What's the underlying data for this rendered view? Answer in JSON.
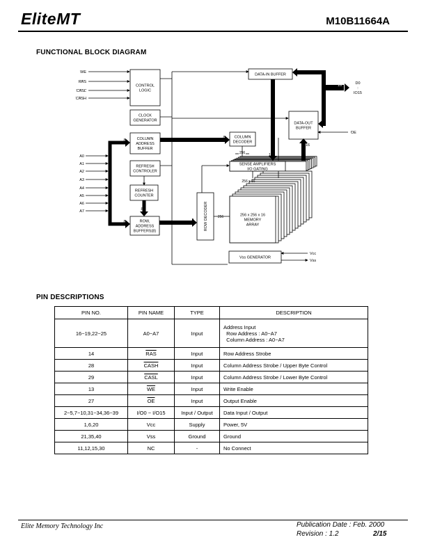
{
  "header": {
    "logo": "EliteMT",
    "part_number": "M10B11664A"
  },
  "sections": {
    "block_diagram_title": "FUNCTIONAL BLOCK DIAGRAM",
    "pin_title": "PIN DESCRIPTIONS"
  },
  "diagram": {
    "control_inputs": [
      "WE",
      "RAS",
      "CASL",
      "CASH"
    ],
    "address_inputs": [
      "A0",
      "A1",
      "A2",
      "A3",
      "A4",
      "A5",
      "A6",
      "A7"
    ],
    "blocks": {
      "control_logic": [
        "CONTROL",
        "LOGIC"
      ],
      "clock_generator": [
        "CLOCK",
        "GENERATOR"
      ],
      "column_address_buffer": [
        "COLUMN",
        "ADDRESS",
        "BUFFER"
      ],
      "refresh_controller": [
        "REFRESH",
        "CONTROLER"
      ],
      "refresh_counter": [
        "REFRESH",
        "COUNTER"
      ],
      "row_address_buffers": [
        "ROW,",
        "ADDRESS",
        "BUFFERS(8)"
      ],
      "row_decoder": "ROW DECODER",
      "column_decoder": [
        "COLUMN",
        "DECODER"
      ],
      "sense_amplifiers": [
        "SENSE AMPLIFIERS",
        "I/O GATING"
      ],
      "memory_array": [
        "256 x 256 x 16",
        "MEMORY",
        "ARRAY"
      ],
      "data_in_buffer": "DATA-IN BUFFER",
      "data_out_buffer": [
        "DATA-OUT",
        "BUFFER"
      ],
      "vss_generator": "Vss GENERATOR"
    },
    "bus_labels": {
      "eight": "8",
      "sixteen": "16",
      "two56": "256",
      "two56x16": "256 x 16"
    },
    "io_labels": {
      "dq": [
        "D0",
        ":",
        "IO15"
      ],
      "oe": "OE",
      "vcc": "Vcc",
      "vss": "Vss"
    }
  },
  "pin_table": {
    "headers": [
      "PIN NO.",
      "PIN NAME",
      "TYPE",
      "DESCRIPTION"
    ],
    "rows": [
      {
        "no": "16~19,22~25",
        "name": "A0~A7",
        "type": "Input",
        "desc": [
          "Address Input",
          "  Row Address : A0~A7",
          "  Column Address : A0~A7"
        ]
      },
      {
        "no": "14",
        "name": "RAS",
        "type": "Input",
        "desc": [
          "Row Address Strobe"
        ]
      },
      {
        "no": "28",
        "name": "CASH",
        "type": "Input",
        "desc": [
          "Column Address Strobe / Upper Byte Control"
        ]
      },
      {
        "no": "29",
        "name": "CASL",
        "type": "Input",
        "desc": [
          "Column Address Strobe / Lower Byte Control"
        ]
      },
      {
        "no": "13",
        "name": "WE",
        "type": "Input",
        "desc": [
          "Write Enable"
        ]
      },
      {
        "no": "27",
        "name": "OE",
        "type": "Input",
        "desc": [
          "Output Enable"
        ]
      },
      {
        "no": "2~5,7~10,31~34,36~39",
        "name": "I/O0 ~ I/O15",
        "type": "Input / Output",
        "desc": [
          "Data Input / Output"
        ]
      },
      {
        "no": "1,6,20",
        "name": "Vcc",
        "type": "Supply",
        "desc": [
          "Power, 5V"
        ]
      },
      {
        "no": "21,35,40",
        "name": "Vss",
        "type": "Ground",
        "desc": [
          "Ground"
        ]
      },
      {
        "no": "11,12,15,30",
        "name": "NC",
        "type": "-",
        "desc": [
          "No Connect"
        ]
      }
    ],
    "overlined_names": [
      "RAS",
      "CASH",
      "CASL",
      "WE",
      "OE"
    ]
  },
  "footer": {
    "company": "Elite Memory Technology Inc",
    "publication": "Publication Date : Feb. 2000",
    "revision": "Revision : 1.2",
    "page": "2/15"
  }
}
